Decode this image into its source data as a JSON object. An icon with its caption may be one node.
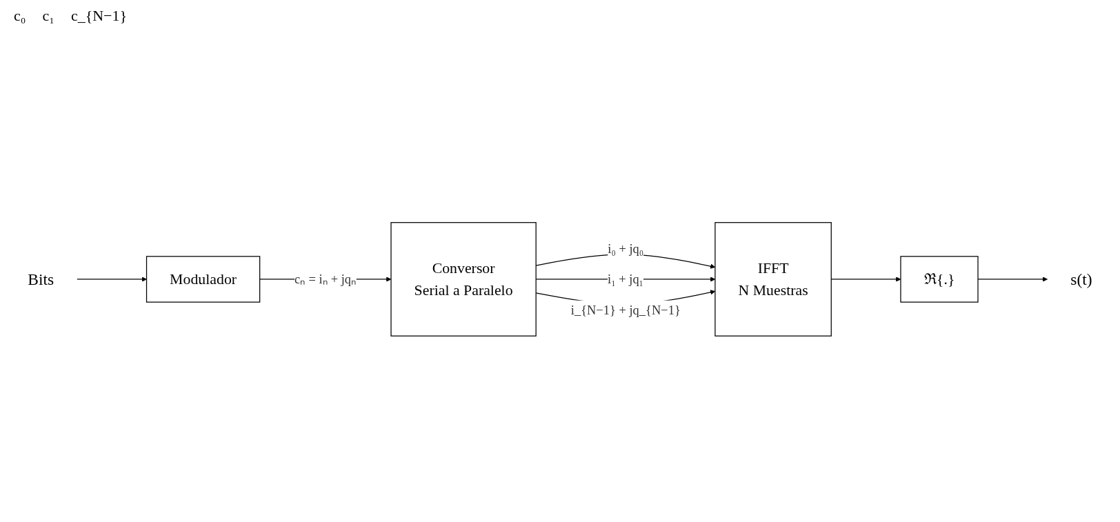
{
  "diagram": {
    "nodes": [
      {
        "text": [
          "Bits"
        ]
      },
      {
        "text": [
          "Modulador"
        ]
      },
      {
        "text": [
          "Conversor",
          "Serial a Paralelo"
        ]
      },
      {
        "text": [
          "IFFT",
          "N Muestras"
        ]
      },
      {
        "text": [
          "ℜ{.}"
        ]
      },
      {
        "text": [
          "s(t)"
        ]
      }
    ],
    "edges": [
      {
        "from": 0,
        "to": 1,
        "arrow": "to"
      },
      {
        "from": 1,
        "to": 2,
        "arrow": "to",
        "label": "cₙ = iₙ + jqₙ"
      },
      {
        "from": 2,
        "to": 3,
        "arrow": "to",
        "label": "i₀ + jq₀"
      },
      {
        "from": 2,
        "to": 3,
        "arrow": "to",
        "label": "i₁ + jq₁"
      },
      {
        "from": 2,
        "to": 3,
        "arrow": "to",
        "label": "i_{N−1} + jq_{N−1}"
      },
      {
        "from": 3,
        "to": 4,
        "arrow": "to"
      },
      {
        "from": 4,
        "to": 5,
        "arrow": "to"
      }
    ],
    "labels": [
      "c₀",
      "c₁",
      "c_{N−1}"
    ]
  }
}
